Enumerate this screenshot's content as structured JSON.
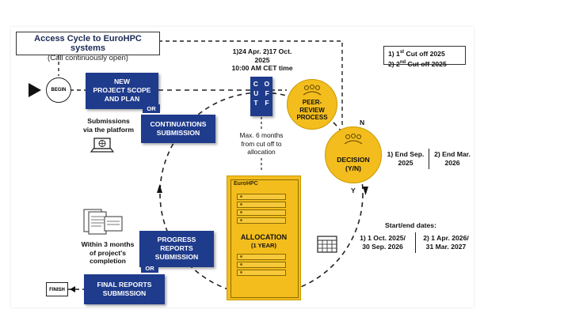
{
  "title": {
    "main": "Access Cycle to EuroHPC systems",
    "sub": "(Call continuously open)"
  },
  "cutoff_legend": {
    "line1_prefix": "1) 1",
    "line1_sup": "st",
    "line1_suffix": " Cut off 2025",
    "line2_prefix": "2) 2",
    "line2_sup": "nd",
    "line2_suffix": " Cut off 2025"
  },
  "cutoff_dates": {
    "line1": "1)24 Apr. 2)17 Oct.",
    "line2": "2025",
    "line3": "10:00 AM CET time"
  },
  "cut_off_letters": [
    "C",
    "O",
    "U",
    "F",
    "T",
    "F"
  ],
  "begin_label": "BEGIN",
  "finish_label": "FINISH",
  "new_project": {
    "line1": "NEW",
    "line2": "PROJECT SCOPE",
    "line3": "AND PLAN"
  },
  "or_labels": [
    "OR",
    "OR"
  ],
  "continuations": {
    "line1": "CONTINUATIONS",
    "line2": "SUBMISSION"
  },
  "submissions_note": {
    "line1": "Submissions",
    "line2": "via the platform"
  },
  "peer_review": {
    "line1": "PEER-",
    "line2": "REVIEW",
    "line3": "PROCESS"
  },
  "decision": {
    "line1": "DECISION",
    "line2": "(Y/N)"
  },
  "decision_n": "N",
  "decision_y": "Y",
  "decision_dates": {
    "d1_line1": "1) End Sep.",
    "d1_line2": "2025",
    "d2_line1": "2) End Mar.",
    "d2_line2": "2026"
  },
  "max_months": {
    "line1": "Max. 6 months",
    "line2": "from cut off to",
    "line3": "allocation"
  },
  "allocation": {
    "header": "EuroHPC",
    "line1": "ALLOCATION",
    "line2": "(1 YEAR)"
  },
  "start_end": {
    "heading": "Start/end dates:",
    "a_line1": "1) 1 Oct. 2025/",
    "a_line2": "30 Sep. 2026",
    "b_line1": "2) 1 Apr. 2026/",
    "b_line2": "31 Mar. 2027"
  },
  "progress": {
    "line1": "PROGRESS",
    "line2": "REPORTS",
    "line3": "SUBMISSION"
  },
  "within_months": {
    "line1": "Within 3 months",
    "line2": "of project's",
    "line3": "completion"
  },
  "final_reports": {
    "line1": "FINAL REPORTS",
    "line2": "SUBMISSION"
  },
  "colors": {
    "blue": "#1f3b8c",
    "gold": "#f3bd1d",
    "dark": "#111111"
  },
  "icons": [
    "begin-arrow-icon",
    "laptop-icon",
    "documents-icon",
    "calendar-icon",
    "people-icon",
    "arrow-down-icon",
    "arrow-up-icon"
  ]
}
